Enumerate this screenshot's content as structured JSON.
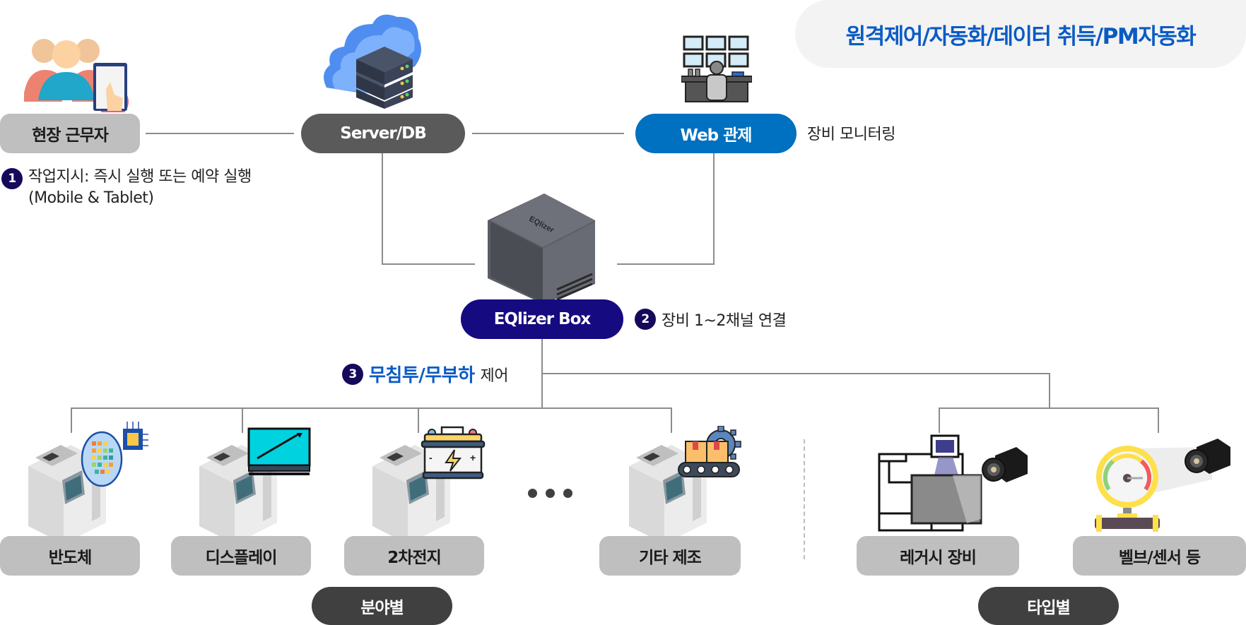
{
  "header": {
    "title": "원격제어/자동화/데이터 취득/PM자동화"
  },
  "nodes": {
    "field_worker": "현장 근무자",
    "server_db": "Server/DB",
    "web_control": "Web 관제",
    "web_control_note": "장비 모니터링",
    "eqlizer_box": "EQlizer Box"
  },
  "steps": [
    {
      "number": "1",
      "text_line1": "작업지시: 즉시 실행 또는 예약 실행",
      "text_line2": "(Mobile & Tablet)"
    },
    {
      "number": "2",
      "text": "장비 1~2채널 연결"
    },
    {
      "number": "3",
      "highlight": "무침투/무부하",
      "text": "제어"
    }
  ],
  "field_categories": [
    {
      "label": "반도체",
      "icon": "wafer-chip-icon"
    },
    {
      "label": "디스플레이",
      "icon": "display-monitor-icon"
    },
    {
      "label": "2차전지",
      "icon": "battery-icon"
    },
    {
      "label": "기타 제조",
      "icon": "conveyor-gear-icon"
    }
  ],
  "type_categories": [
    {
      "label": "레거시 장비",
      "icon": "legacy-equipment-camera-icon"
    },
    {
      "label": "벨브/센서 등",
      "icon": "gauge-camera-icon"
    }
  ],
  "group_labels": {
    "by_field": "분야별",
    "by_type": "타입별"
  },
  "colors": {
    "title_blue": "#0a5bc4",
    "web_blue": "#0070c0",
    "navy": "#150a80",
    "server_gray": "#5a5a5a",
    "category_dark": "#404040",
    "pill_gray": "#bfbfbf"
  }
}
